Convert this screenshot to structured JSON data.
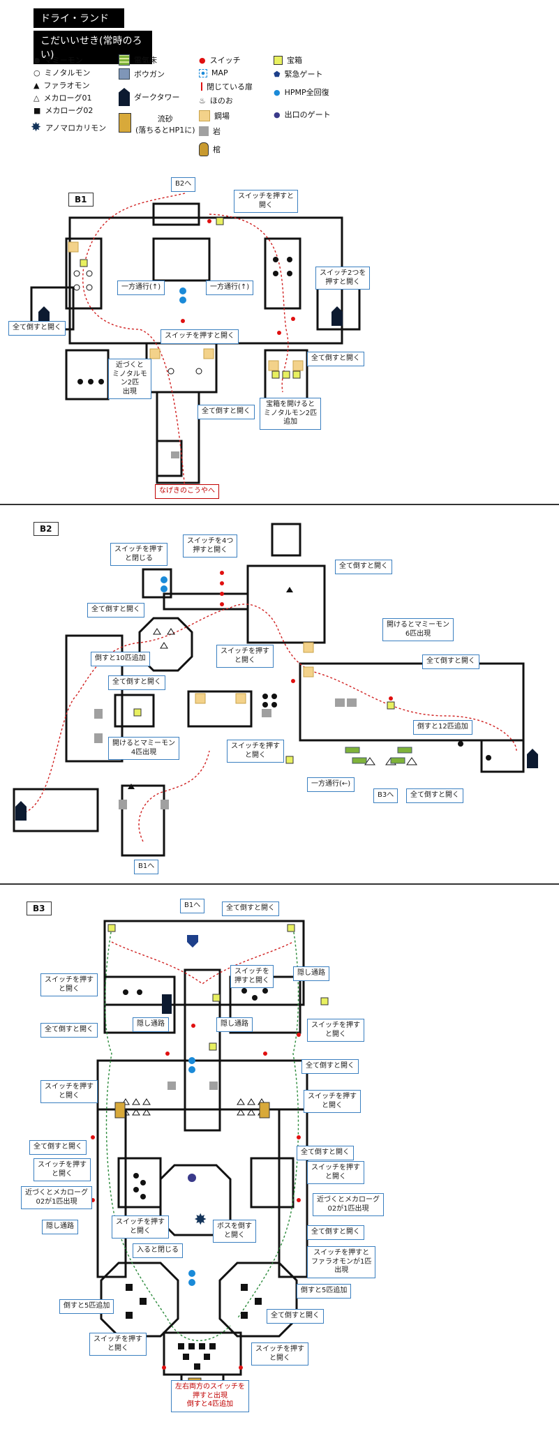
{
  "header": {
    "area": "ドライ・ランド",
    "dungeon": "こだいいせき(常時のろい)"
  },
  "legend": {
    "col1": [
      "マミーモン",
      "ミノタルモン",
      "ファラオモン",
      "メカローグ01",
      "メカローグ02",
      "アノマロカリモン"
    ],
    "col2": [
      "電気床",
      "ボウガン",
      "ダークタワー",
      "流砂\n(落ちるとHP1に)"
    ],
    "col3": [
      "スイッチ",
      "MAP",
      "閉じている扉",
      "ほのお",
      "鋼場",
      "岩",
      "棺"
    ],
    "col4": [
      "宝箱",
      "緊急ゲート",
      "HPMP全回復",
      "出口のゲート"
    ]
  },
  "b1": {
    "label": "B1",
    "notes": [
      "B2へ",
      "スイッチを押すと\n開く",
      "スイッチ2つを\n押すと開く",
      "一方通行(↑)",
      "一方通行(↑)",
      "スイッチを押すと開く",
      "全て倒すと開く",
      "全て倒すと開く",
      "近づくと\nミノタルモ\nン2匹\n出現",
      "全て倒すと開く",
      "宝箱を開けると\nミノタルモン2匹\n追加",
      "なげきのこうやへ"
    ]
  },
  "b2": {
    "label": "B2",
    "notes": [
      "スイッチを押す\nと閉じる",
      "スイッチを4つ\n押すと開く",
      "全て倒すと開く",
      "全て倒すと開く",
      "倒すと10匹追加",
      "全て倒すと開く",
      "開けるとマミーモン\n4匹出現",
      "スイッチを押す\nと開く",
      "スイッチを押す\nと開く",
      "開けるとマミーモン\n6匹出現",
      "全て倒すと開く",
      "倒すと12匹追加",
      "一方通行(←)",
      "B3へ",
      "全て倒すと開く",
      "B1へ"
    ]
  },
  "b3": {
    "label": "B3",
    "notes": [
      "B1へ",
      "全て倒すと開く",
      "スイッチを押す\nと開く",
      "スイッチを\n押すと開く",
      "隠し通路",
      "全て倒すと開く",
      "隠し通路",
      "隠し通路",
      "スイッチを押す\nと開く",
      "全て倒すと開く",
      "スイッチを押す\nと開く",
      "スイッチを押す\nと開く",
      "全て倒すと開く",
      "全て倒すと開く",
      "スイッチを押す\nと開く",
      "スイッチを押す\nと開く",
      "近づくとメカローグ\n02が1匹出現",
      "近づくとメカローグ\n02が1匹出現",
      "隠し通路",
      "スイッチを押す\nと開く",
      "全て倒すと開く",
      "ボスを倒す\nと開く",
      "入ると閉じる",
      "スイッチを押すと\nファラオモンが1匹\n出現",
      "倒すと5匹追加",
      "倒すと5匹追加",
      "全て倒すと開く",
      "スイッチを押す\nと開く",
      "スイッチを押す\nと開く",
      "左右両方のスイッチを\n押すと出現\n倒すと4匹追加"
    ]
  },
  "colors": {
    "wall": "#111111",
    "note_border": "#3a7fc0",
    "arrow": "#3a6fc0",
    "path_red": "#d02020",
    "path_green": "#2a8a3a",
    "switch": "#e01010",
    "chest": "#e8f060",
    "floor_tile": "#f3d28a",
    "rock": "#a0a0a0",
    "heal": "#1a8ad8"
  }
}
